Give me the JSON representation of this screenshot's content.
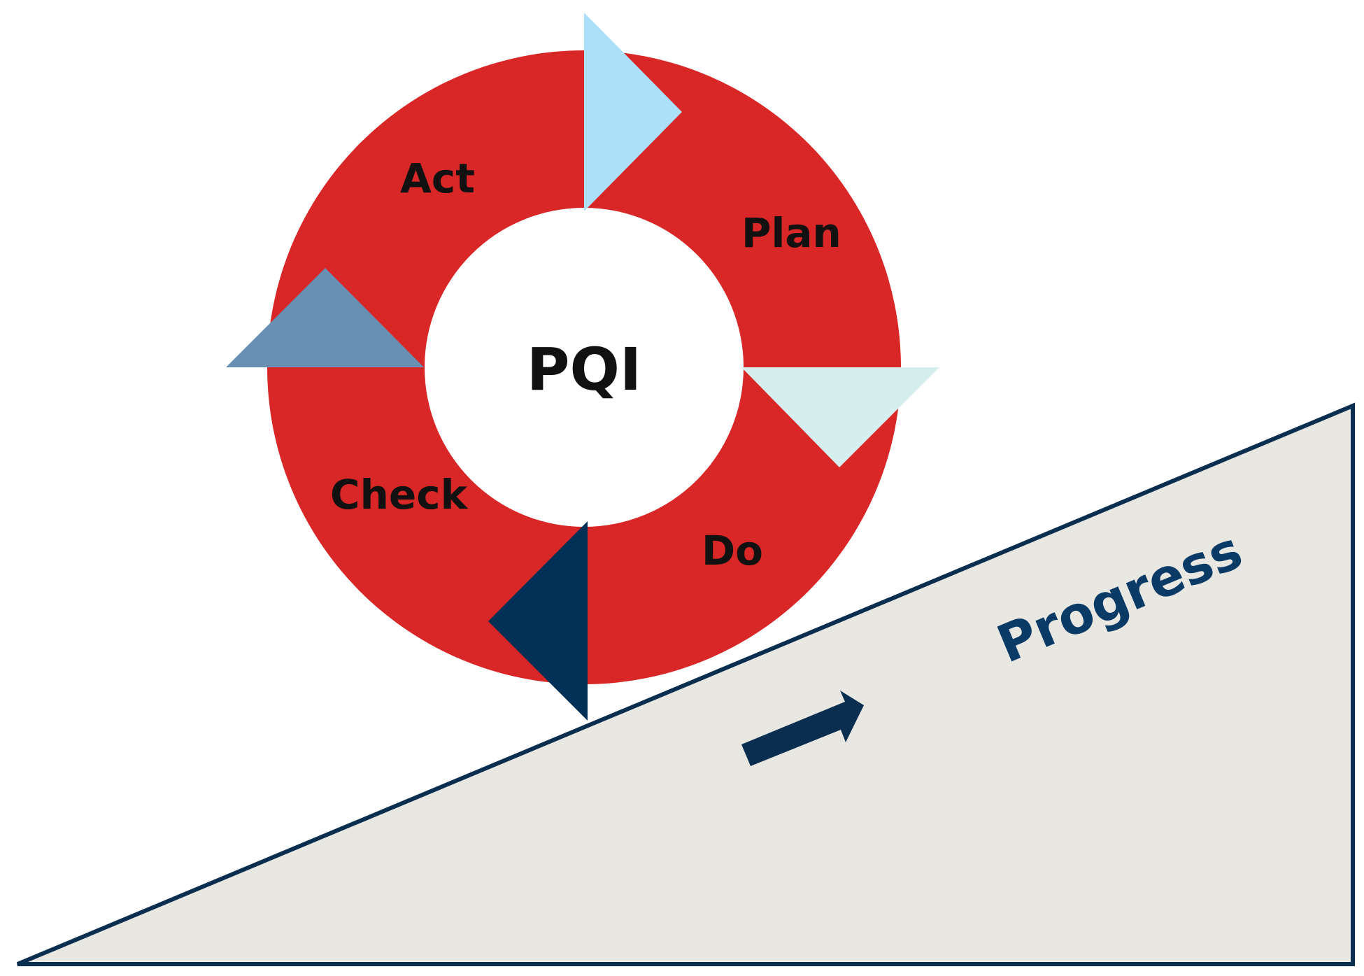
{
  "center_label": "PQI",
  "phases": [
    {
      "key": "plan",
      "label": "Plan"
    },
    {
      "key": "do",
      "label": "Do"
    },
    {
      "key": "check",
      "label": "Check"
    },
    {
      "key": "act",
      "label": "Act"
    }
  ],
  "slope_label": "Progress",
  "colors": {
    "ring": "#d92727",
    "hub": "#ffffff",
    "text": "#111111",
    "arrow_top": "#abe0f8",
    "arrow_right": "#d6eeee",
    "arrow_bottom": "#003055",
    "arrow_left": "#6890b3",
    "slope_fill": "#e8e7e1",
    "slope_stroke": "#0a2e4f",
    "progress_text": "#0a3a66",
    "progress_arrow": "#0a2e4f"
  }
}
